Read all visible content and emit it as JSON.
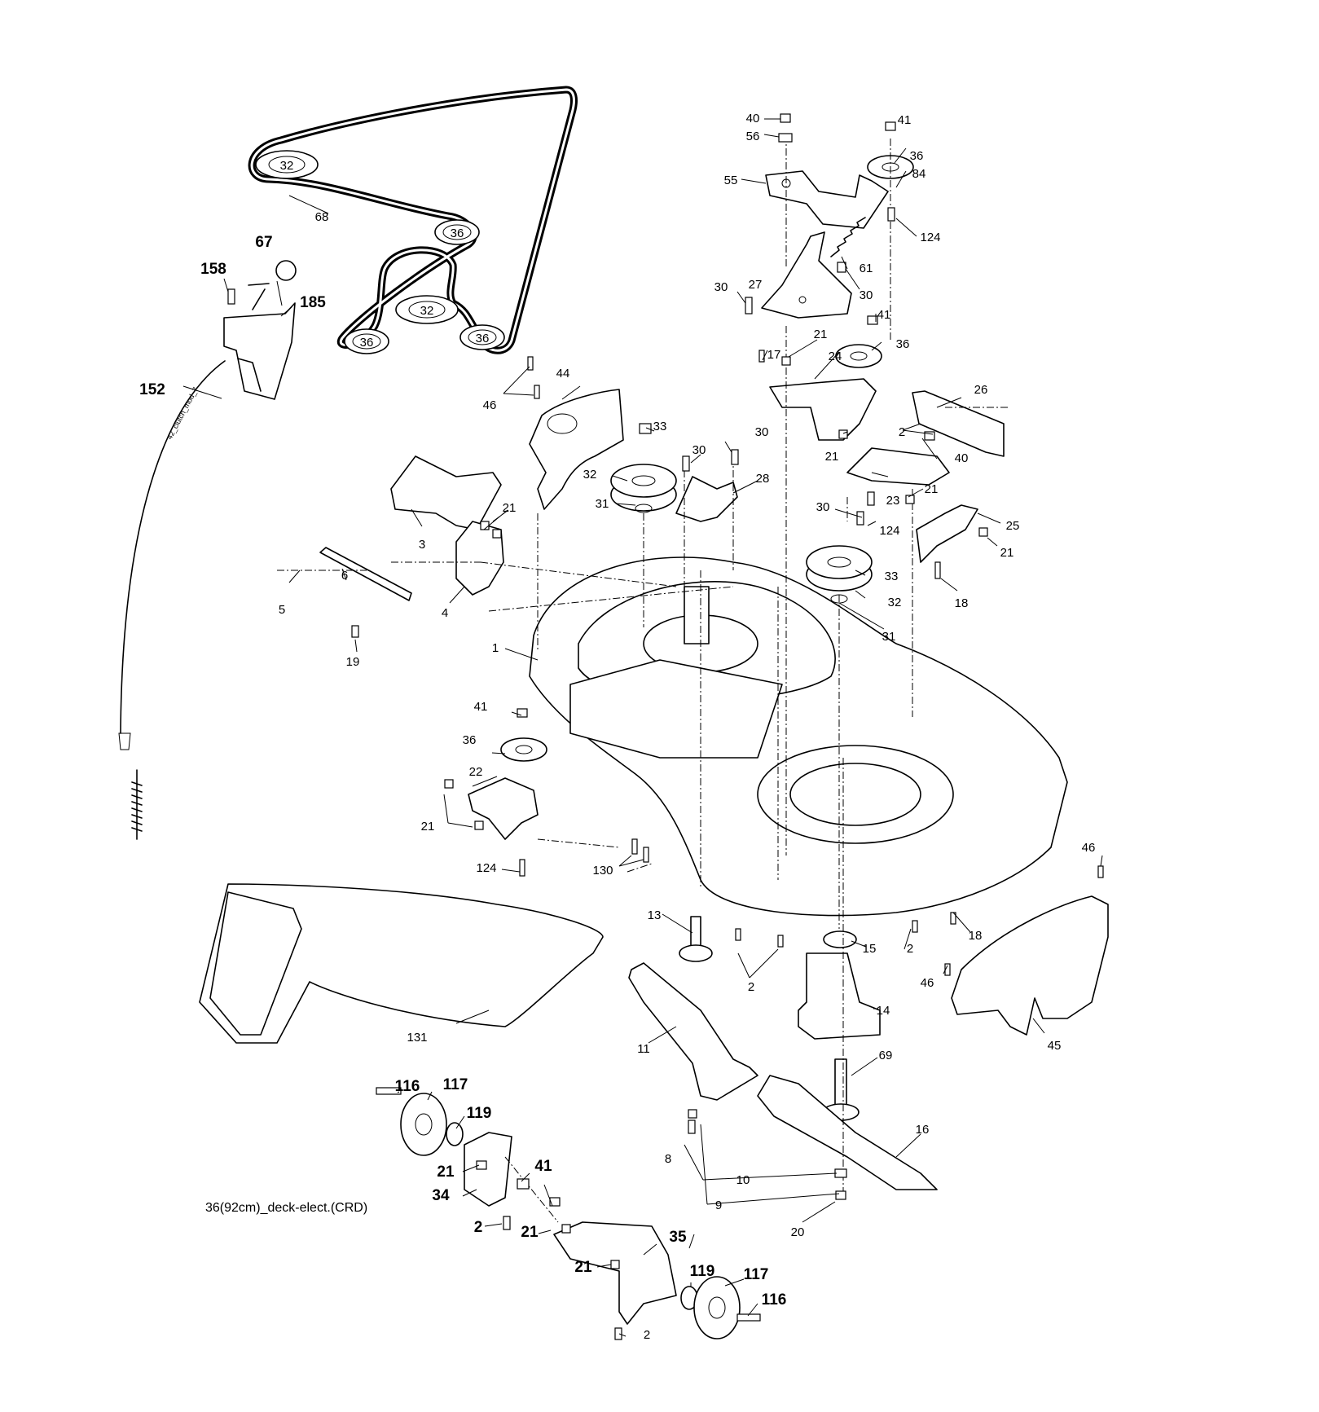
{
  "caption": "36(92cm)_deck-elect.(CRD)",
  "cable_text": "42_clutch_mod_7",
  "callouts": [
    {
      "id": "c40a",
      "text": "40"
    },
    {
      "id": "c41a",
      "text": "41"
    },
    {
      "id": "c56",
      "text": "56"
    },
    {
      "id": "c36a",
      "text": "36"
    },
    {
      "id": "c84",
      "text": "84"
    },
    {
      "id": "c55",
      "text": "55"
    },
    {
      "id": "c124a",
      "text": "124"
    },
    {
      "id": "c61",
      "text": "61"
    },
    {
      "id": "c30a",
      "text": "30"
    },
    {
      "id": "c27",
      "text": "27"
    },
    {
      "id": "c30b",
      "text": "30"
    },
    {
      "id": "c41b",
      "text": "41"
    },
    {
      "id": "c36b",
      "text": "36"
    },
    {
      "id": "c17",
      "text": "17"
    },
    {
      "id": "c21a",
      "text": "21"
    },
    {
      "id": "c24",
      "text": "24"
    },
    {
      "id": "c26",
      "text": "26"
    },
    {
      "id": "c2a",
      "text": "2"
    },
    {
      "id": "c40b",
      "text": "40"
    },
    {
      "id": "c21b",
      "text": "21"
    },
    {
      "id": "c23",
      "text": "23"
    },
    {
      "id": "c21c",
      "text": "21"
    },
    {
      "id": "c30c",
      "text": "30"
    },
    {
      "id": "c124b",
      "text": "124"
    },
    {
      "id": "c25",
      "text": "25"
    },
    {
      "id": "c21d",
      "text": "21"
    },
    {
      "id": "c18a",
      "text": "18"
    },
    {
      "id": "c33a",
      "text": "33"
    },
    {
      "id": "c32a",
      "text": "32"
    },
    {
      "id": "c31a",
      "text": "31"
    },
    {
      "id": "c67",
      "text": "67"
    },
    {
      "id": "c158",
      "text": "158"
    },
    {
      "id": "c185",
      "text": "185"
    },
    {
      "id": "c152",
      "text": "152"
    },
    {
      "id": "c68",
      "text": "68"
    },
    {
      "id": "c46a",
      "text": "46"
    },
    {
      "id": "c44",
      "text": "44"
    },
    {
      "id": "c33b",
      "text": "33"
    },
    {
      "id": "c32b",
      "text": "32"
    },
    {
      "id": "c31b",
      "text": "31"
    },
    {
      "id": "c30d",
      "text": "30"
    },
    {
      "id": "c30e",
      "text": "30"
    },
    {
      "id": "c28",
      "text": "28"
    },
    {
      "id": "c21e",
      "text": "21"
    },
    {
      "id": "c3",
      "text": "3"
    },
    {
      "id": "c5",
      "text": "5"
    },
    {
      "id": "c6",
      "text": "6"
    },
    {
      "id": "c4",
      "text": "4"
    },
    {
      "id": "c19",
      "text": "19"
    },
    {
      "id": "c1",
      "text": "1"
    },
    {
      "id": "c41c",
      "text": "41"
    },
    {
      "id": "c36c",
      "text": "36"
    },
    {
      "id": "c22",
      "text": "22"
    },
    {
      "id": "c21f",
      "text": "21"
    },
    {
      "id": "c124c",
      "text": "124"
    },
    {
      "id": "c130",
      "text": "130"
    },
    {
      "id": "c46b",
      "text": "46"
    },
    {
      "id": "c13",
      "text": "13"
    },
    {
      "id": "c18b",
      "text": "18"
    },
    {
      "id": "c15",
      "text": "15"
    },
    {
      "id": "c2b",
      "text": "2"
    },
    {
      "id": "c2c",
      "text": "2"
    },
    {
      "id": "c46c",
      "text": "46"
    },
    {
      "id": "c14",
      "text": "14"
    },
    {
      "id": "c45",
      "text": "45"
    },
    {
      "id": "c131",
      "text": "131"
    },
    {
      "id": "c11",
      "text": "11"
    },
    {
      "id": "c69",
      "text": "69"
    },
    {
      "id": "c16",
      "text": "16"
    },
    {
      "id": "c116a",
      "text": "116"
    },
    {
      "id": "c117a",
      "text": "117"
    },
    {
      "id": "c119a",
      "text": "119"
    },
    {
      "id": "c21g",
      "text": "21"
    },
    {
      "id": "c41d",
      "text": "41"
    },
    {
      "id": "c34",
      "text": "34"
    },
    {
      "id": "c2d",
      "text": "2"
    },
    {
      "id": "c21h",
      "text": "21"
    },
    {
      "id": "c35",
      "text": "35"
    },
    {
      "id": "c21i",
      "text": "21"
    },
    {
      "id": "c119b",
      "text": "119"
    },
    {
      "id": "c117b",
      "text": "117"
    },
    {
      "id": "c116b",
      "text": "116"
    },
    {
      "id": "c2e",
      "text": "2"
    },
    {
      "id": "c8",
      "text": "8"
    },
    {
      "id": "c10",
      "text": "10"
    },
    {
      "id": "c9",
      "text": "9"
    },
    {
      "id": "c20",
      "text": "20"
    }
  ],
  "belt_pulley_labels": {
    "p1": "32",
    "p2": "36",
    "p3": "32",
    "p4": "36",
    "p5": "36"
  }
}
